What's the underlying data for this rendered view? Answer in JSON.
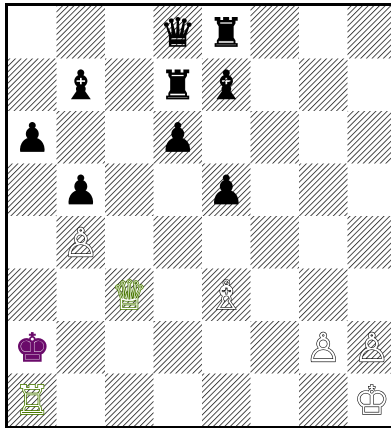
{
  "board": {
    "files": [
      "a",
      "b",
      "c",
      "d",
      "e",
      "f",
      "g",
      "h"
    ],
    "ranks": [
      8,
      7,
      6,
      5,
      4,
      3,
      2,
      1
    ],
    "colors": {
      "light": "#ffffff",
      "dark_hatch": "#000000",
      "frame": "#000000",
      "highlight_green": "#4a7a00",
      "highlight_purple": "#6a0a6a"
    },
    "pieces": [
      {
        "square": "d8",
        "type": "queen",
        "color": "black",
        "glyph": "♛"
      },
      {
        "square": "e8",
        "type": "rook",
        "color": "black",
        "glyph": "♜"
      },
      {
        "square": "b7",
        "type": "bishop",
        "color": "black",
        "glyph": "♝"
      },
      {
        "square": "d7",
        "type": "rook",
        "color": "black",
        "glyph": "♜"
      },
      {
        "square": "e7",
        "type": "bishop",
        "color": "black",
        "glyph": "♝"
      },
      {
        "square": "a6",
        "type": "pawn",
        "color": "black",
        "glyph": "♟"
      },
      {
        "square": "d6",
        "type": "pawn",
        "color": "black",
        "glyph": "♟"
      },
      {
        "square": "b5",
        "type": "pawn",
        "color": "black",
        "glyph": "♟"
      },
      {
        "square": "e5",
        "type": "pawn",
        "color": "black",
        "glyph": "♟"
      },
      {
        "square": "b4",
        "type": "pawn",
        "color": "white",
        "glyph": "♙"
      },
      {
        "square": "c3",
        "type": "queen",
        "color": "white",
        "glyph": "♕",
        "highlight": "highlight_green"
      },
      {
        "square": "e3",
        "type": "bishop",
        "color": "white",
        "glyph": "♗"
      },
      {
        "square": "a2",
        "type": "king",
        "color": "black",
        "glyph": "♚",
        "highlight": "highlight_purple"
      },
      {
        "square": "g2",
        "type": "pawn",
        "color": "white",
        "glyph": "♙"
      },
      {
        "square": "h2",
        "type": "pawn",
        "color": "white",
        "glyph": "♙"
      },
      {
        "square": "a1",
        "type": "rook",
        "color": "white",
        "glyph": "♖",
        "highlight": "highlight_green"
      },
      {
        "square": "h1",
        "type": "king",
        "color": "white",
        "glyph": "♔"
      }
    ]
  }
}
